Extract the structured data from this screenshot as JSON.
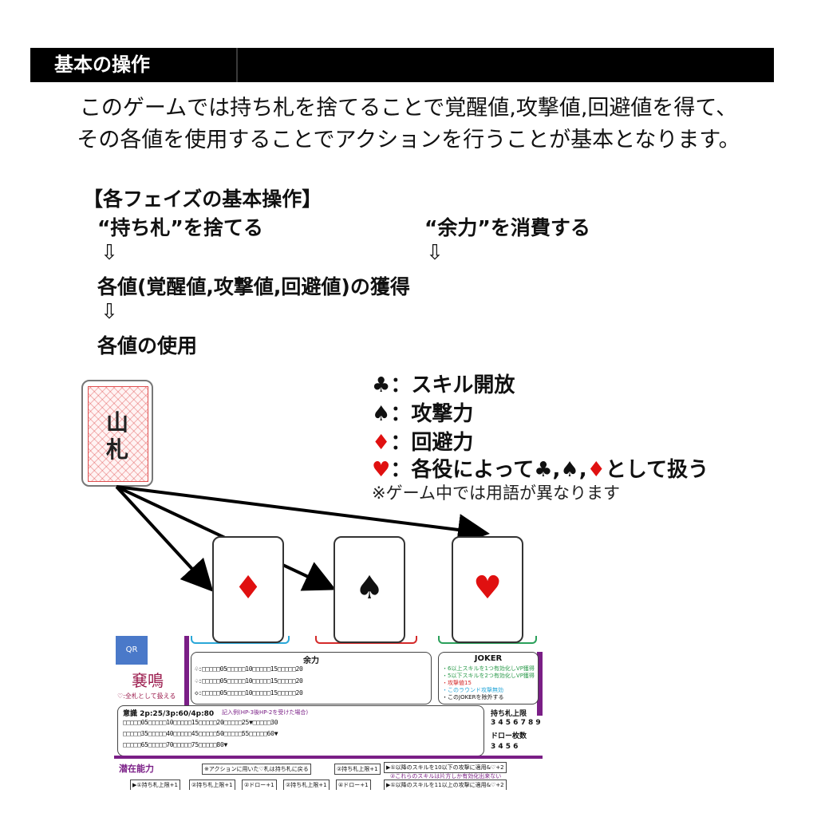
{
  "header": {
    "title": "基本の操作"
  },
  "intro": {
    "line1": "このゲームでは持ち札を捨てることで覚醒値,攻撃値,回避値を得て、",
    "line2": "その各値を使用することでアクションを行うことが基本となります。"
  },
  "phase": {
    "title": "【各フェイズの基本操作】",
    "discard": "“持ち札”を捨てる",
    "spend": "“余力”を消費する",
    "arrow": "⇩",
    "gain": "各値(覚醒値,攻撃値,回避値)の獲得",
    "use": "各値の使用"
  },
  "deck": {
    "char1": "山",
    "char2": "札"
  },
  "legend": {
    "club_symbol": "♣",
    "club_text": "：スキル開放",
    "spade_symbol": "♠",
    "spade_text": "：攻撃力",
    "diamond_symbol": "♦",
    "diamond_text": "：回避力",
    "heart_symbol": "♥",
    "heart_text_a": "：各役によって",
    "heart_text_b": "♣,♠,",
    "heart_text_c": "♦",
    "heart_text_d": "として扱う",
    "note": "※ゲーム中では用語が異なります"
  },
  "cards": [
    {
      "suit": "♦",
      "color": "#e01010"
    },
    {
      "suit": "♠",
      "color": "#111111"
    },
    {
      "suit": "♥",
      "color": "#e01010"
    }
  ],
  "sheet": {
    "qr": "QR",
    "logo": "㐮鳴",
    "heart_note": "♡:全札として扱える",
    "yoryoku": "余力",
    "yoryoku_marks": [
      "05",
      "10",
      "15",
      "20"
    ],
    "joker_title": "JOKER",
    "joker_lines": [
      "・6以上スキルを1つ有効化しVP獲得",
      "・5以下スキルを2つ有効化しVP獲得",
      "・攻撃値15",
      "・このラウンド攻撃無効",
      "・このJOKERを除外する"
    ],
    "ishiki": "意識 2p:25/3p:60/4p:80",
    "ishiki_note": "記入例(HP-3後HP-2を受けた場合)",
    "ishiki_rows": [
      [
        "05",
        "10",
        "15",
        "20",
        "25▼",
        "30"
      ],
      [
        "35",
        "40",
        "45",
        "50",
        "55",
        "60▼"
      ],
      [
        "65",
        "70",
        "75",
        "80▼"
      ]
    ],
    "hand_limit": "持ち札上限",
    "hand_limit_values": "3 4 5 6 7 8 9",
    "draw_count": "ドロー枚数",
    "draw_values": "3 4 5 6",
    "senzai": "潜在能力",
    "senzai_note": "※アクションに用いた♡札は持ち札に戻る",
    "flow_a": "▶①持ち札上限+1",
    "flow_b": "②持ち札上限+1",
    "flow_c": "②ドロー+1",
    "flow_d": "②持ち札上限+1",
    "flow_e": "④ドロー+1",
    "flow_f": "②持ち札上限+1",
    "skill_a": "▶①以降のスキルを10以下の攻撃に適用&♡+2",
    "skill_note": "②これらのスキルは片方しか有効化出来ない",
    "skill_b": "▶①以降のスキルを11以上の攻撃に適用&♡+2"
  }
}
